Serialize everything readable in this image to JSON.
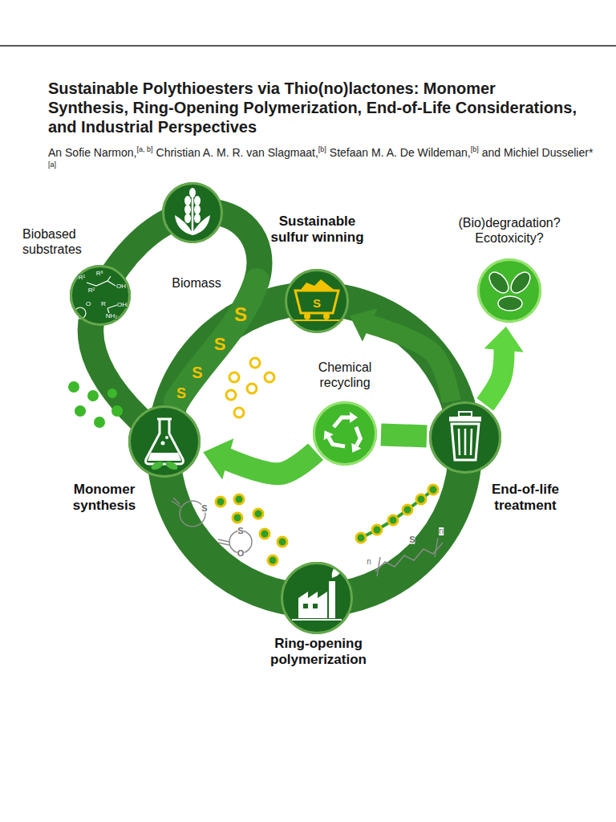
{
  "diagram": {
    "title": "Sustainable Polythioesters via Thio(no)lactones: Monomer Synthesis, Ring-Opening Polymerization, End-of-Life Considerations, and Industrial Perspectives",
    "nodes": [
      {
        "text": [
          "Biobased substrates"
        ]
      },
      {
        "text": [
          "Biomass"
        ]
      },
      {
        "text": [
          "Sustainable sulfur winning"
        ]
      },
      {
        "text": [
          "(Bio)degradation? Ecotoxicity?"
        ]
      },
      {
        "text": [
          "Chemical recycling"
        ]
      },
      {
        "text": [
          "Monomer synthesis"
        ]
      },
      {
        "text": [
          "End-of-life treatment"
        ]
      },
      {
        "text": [
          "Ring-opening polymerization"
        ]
      }
    ],
    "edges": [
      {
        "from": 6,
        "to": 2,
        "arrow": "to"
      },
      {
        "from": 6,
        "to": 4,
        "arrow": "none"
      },
      {
        "from": 4,
        "to": 5,
        "arrow": "to"
      },
      {
        "from": 6,
        "to": 3,
        "arrow": "to"
      }
    ],
    "labels": [
      "An Sofie Narmon,",
      "[a, b]",
      "Christian A. M. R. van Slagmaat,",
      "[b]",
      "Stefaan M. A. De Wildeman,",
      "[b]",
      "and",
      "Michiel Dusselier*",
      "[a]",
      "S",
      "S",
      "S",
      "S",
      "S",
      "R¹",
      "R³",
      "R²",
      "OH",
      "O",
      "R",
      "OH",
      "NH₂",
      "S",
      "S",
      "O",
      "S",
      "n",
      "n"
    ]
  }
}
